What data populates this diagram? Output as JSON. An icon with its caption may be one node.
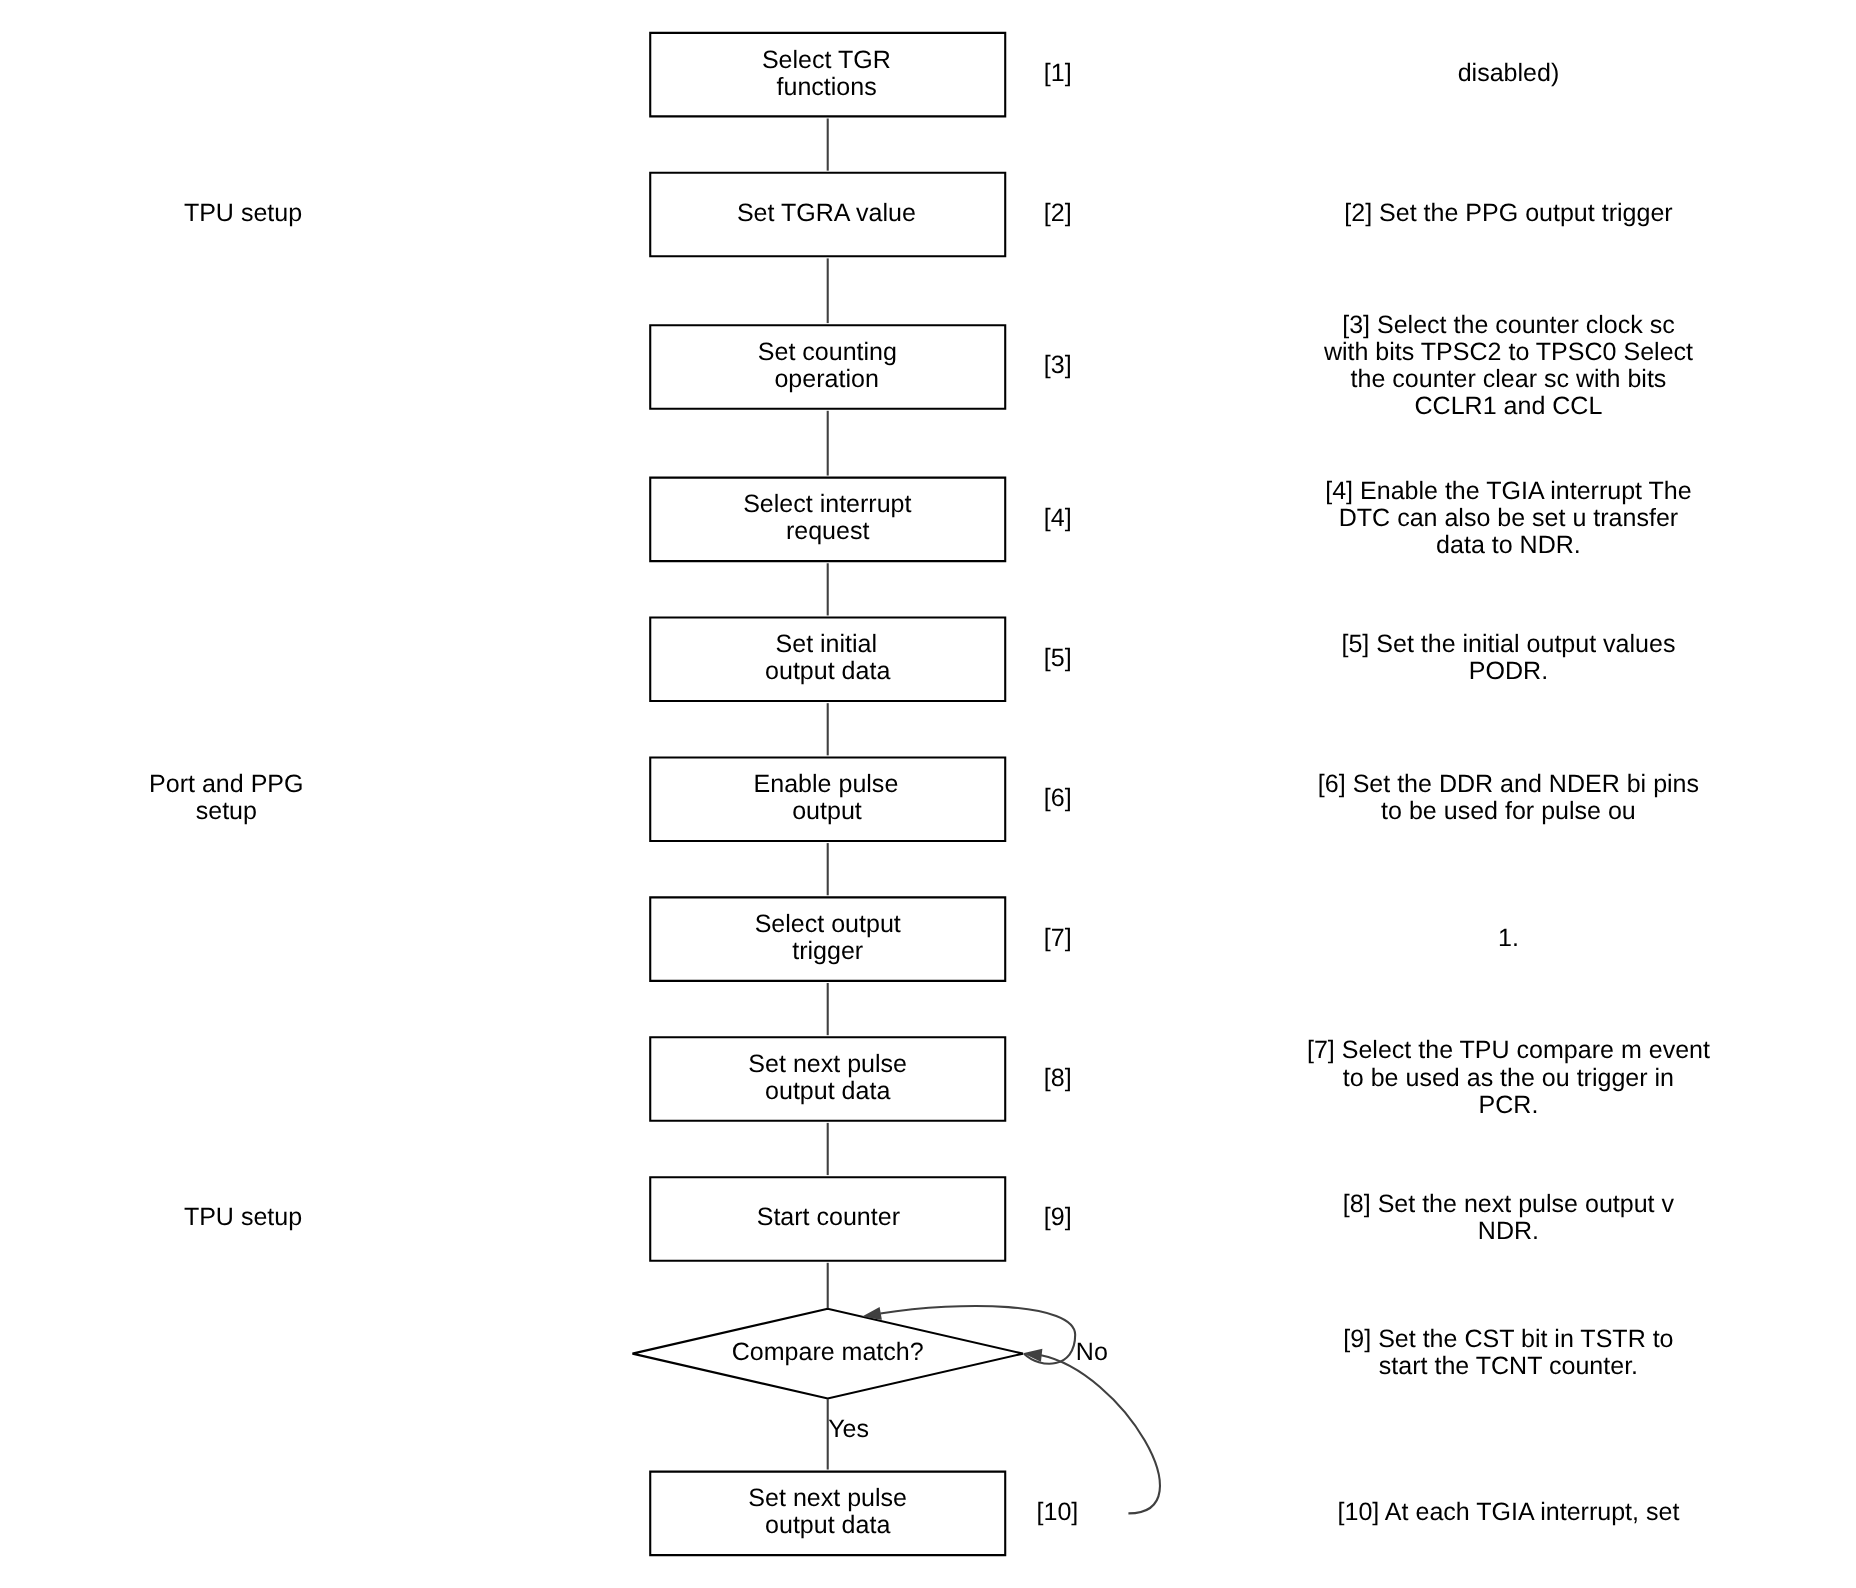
{
  "diagram": {
    "nodes": [
      {
        "text": [
          "Select TGR functions"
        ],
        "beside": [
          "[1]"
        ]
      },
      {
        "text": [
          "Set TGRA value"
        ],
        "beside": [
          "[2]"
        ]
      },
      {
        "text": [
          "Set counting operation"
        ],
        "beside": [
          "[3]"
        ]
      },
      {
        "text": [
          "Select interrupt request"
        ],
        "beside": [
          "[4]"
        ]
      },
      {
        "text": [
          "Set initial output data"
        ],
        "beside": [
          "[5]"
        ]
      },
      {
        "text": [
          "Enable pulse output"
        ],
        "beside": [
          "[6]"
        ]
      },
      {
        "text": [
          "Select output trigger"
        ],
        "beside": [
          "[7]"
        ]
      },
      {
        "text": [
          "Set next pulse output data"
        ],
        "beside": [
          "[8]"
        ]
      },
      {
        "text": [
          "Start counter"
        ],
        "beside": [
          "[9]"
        ]
      },
      {
        "text": [
          "Compare match?"
        ]
      },
      {
        "text": [
          "Set next pulse output data"
        ],
        "beside": [
          "[10]"
        ]
      }
    ],
    "edges": [
      {
        "from": 0,
        "to": 1,
        "arrow": "none"
      },
      {
        "from": 1,
        "to": 2,
        "arrow": "none"
      },
      {
        "from": 2,
        "to": 3,
        "arrow": "none"
      },
      {
        "from": 3,
        "to": 4,
        "arrow": "none"
      },
      {
        "from": 4,
        "to": 5,
        "arrow": "none"
      },
      {
        "from": 5,
        "to": 6,
        "arrow": "none"
      },
      {
        "from": 6,
        "to": 7,
        "arrow": "none"
      },
      {
        "from": 7,
        "to": 8,
        "arrow": "none"
      },
      {
        "from": 8,
        "to": 9,
        "arrow": "none"
      },
      {
        "from": 9,
        "to": 10,
        "arrow": "none",
        "label": "Yes"
      },
      {
        "from": 9,
        "to": 9,
        "arrow": "to",
        "label": "No"
      },
      {
        "from": 10,
        "to": 9,
        "arrow": "to"
      }
    ],
    "labels": [
      "TPU setup",
      "Port and PPG setup",
      "TPU setup",
      "disabled)",
      "[2] Set the PPG output trigger",
      "[3] Select the counter clock sc with bits TPSC2 to TPSC0 Select the counter clear sc with bits CCLR1 and CCL",
      "[4] Enable the TGIA interrupt The DTC can also be set u transfer data to NDR.",
      "[5] Set the initial output values PODR.",
      "[6] Set the DDR and NDER bi pins to be used for pulse ou",
      "1.",
      "[7] Select the TPU compare m event to be used as the ou trigger in PCR.",
      "[8] Set the next pulse output v NDR.",
      "[9] Set the CST bit in TSTR to start the TCNT counter.",
      "[10] At each TGIA interrupt, set"
    ]
  }
}
